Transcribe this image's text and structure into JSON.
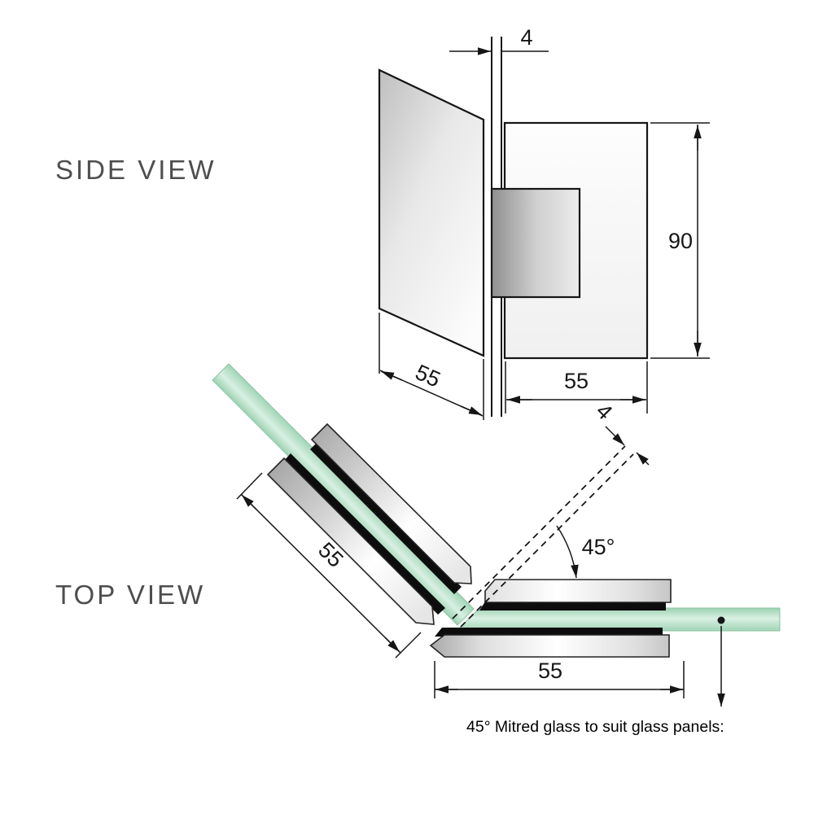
{
  "side_view": {
    "label": "SIDE VIEW",
    "dim_glass_thickness": "4",
    "dim_height": "90",
    "dim_panel_width": "55",
    "dim_hinge_width": "55"
  },
  "top_view": {
    "label": "TOP VIEW",
    "dim_mitre_thickness": "4",
    "dim_mitre_angle": "45°",
    "dim_diagonal_hinge_width": "55",
    "dim_horizontal_hinge_width": "55",
    "caption": "45° Mitred glass to suit glass panels:"
  },
  "colors": {
    "glass_green": "#b9e2c6",
    "metal_gray": "#c9c9c9",
    "gasket_black": "#0d0d0d",
    "line_black": "#161616",
    "label_gray": "#4e4e4e"
  }
}
